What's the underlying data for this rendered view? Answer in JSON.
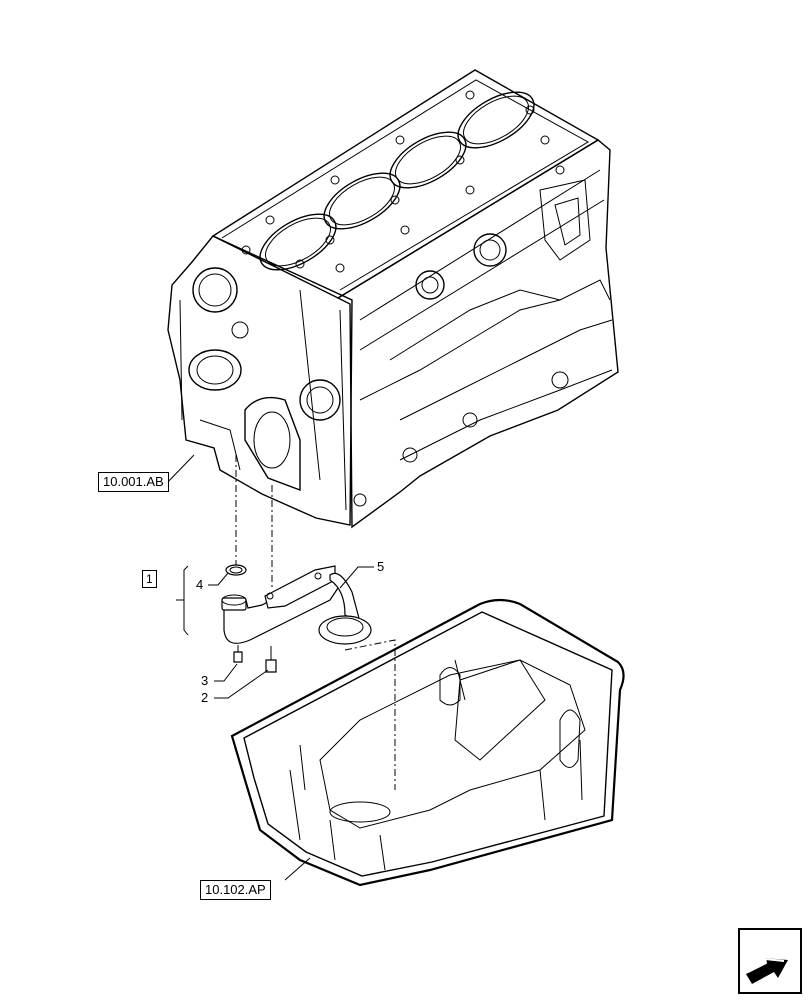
{
  "references": {
    "engine_block": "10.001.AB",
    "oil_pan": "10.102.AP",
    "group": "1"
  },
  "callouts": {
    "c2": "2",
    "c3": "3",
    "c4": "4",
    "c5": "5"
  },
  "icons": {
    "nav": "next-page-arrow-icon"
  }
}
